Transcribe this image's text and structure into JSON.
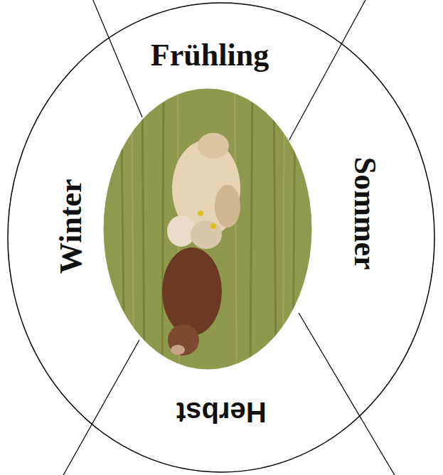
{
  "diagram": {
    "nodes": [
      {
        "text": [
          "Frühling",
          "Sommer",
          "Herbst",
          "Winter"
        ]
      }
    ]
  }
}
